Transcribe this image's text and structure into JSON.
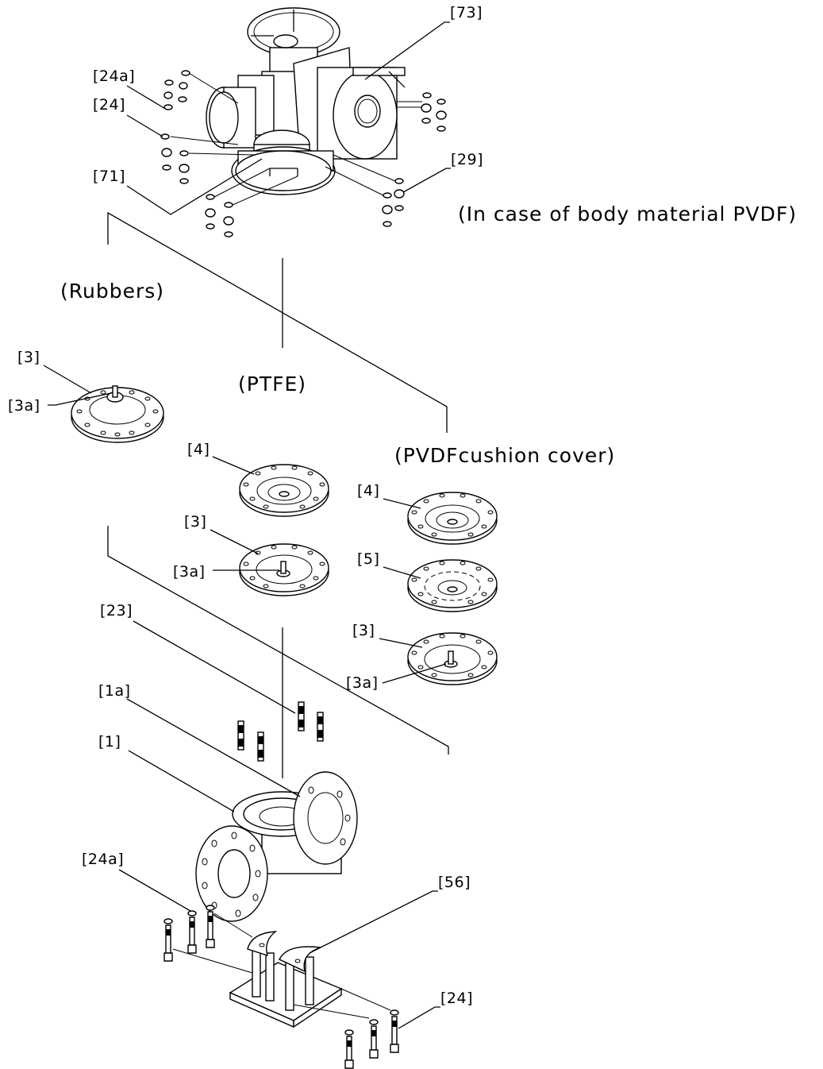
{
  "captions": {
    "pvdf_body": "(In case of body material PVDF)",
    "rubbers": "(Rubbers)",
    "ptfe": "(PTFE)",
    "pvdf_cushion": "(PVDFcushion cover)"
  },
  "labels": {
    "l73": "[73]",
    "l24a_top": "[24a]",
    "l24_top": "[24]",
    "l71": "[71]",
    "l29": "[29]",
    "l3_rub": "[3]",
    "l3a_rub": "[3a]",
    "l4_ptfe": "[4]",
    "l3_ptfe": "[3]",
    "l3a_ptfe": "[3a]",
    "l4_pvdf": "[4]",
    "l5_pvdf": "[5]",
    "l3_pvdf": "[3]",
    "l3a_pvdf": "[3a]",
    "l23": "[23]",
    "l1a": "[1a]",
    "l1": "[1]",
    "l24a_bot": "[24a]",
    "l56": "[56]",
    "l24_bot": "[24]"
  }
}
